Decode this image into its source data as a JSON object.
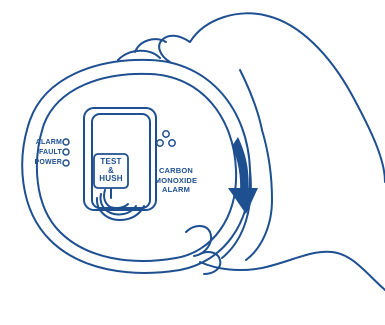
{
  "device": {
    "indicators": [
      {
        "label": "ALARM"
      },
      {
        "label": "FAULT"
      },
      {
        "label": "POWER"
      }
    ],
    "product_label": {
      "line1": "CARBON",
      "line2": "MONOXIDE",
      "line3": "ALARM"
    },
    "test_button": {
      "line1": "TEST",
      "line2": "&",
      "line3": "HUSH"
    }
  },
  "colors": {
    "line": "#1e4f91",
    "background": "#ffffff"
  },
  "icons": {
    "rotation_direction": "curved-arrow-down-icon",
    "sound": "sound-waves-icon",
    "sounder": "sounder-holes-icon"
  }
}
